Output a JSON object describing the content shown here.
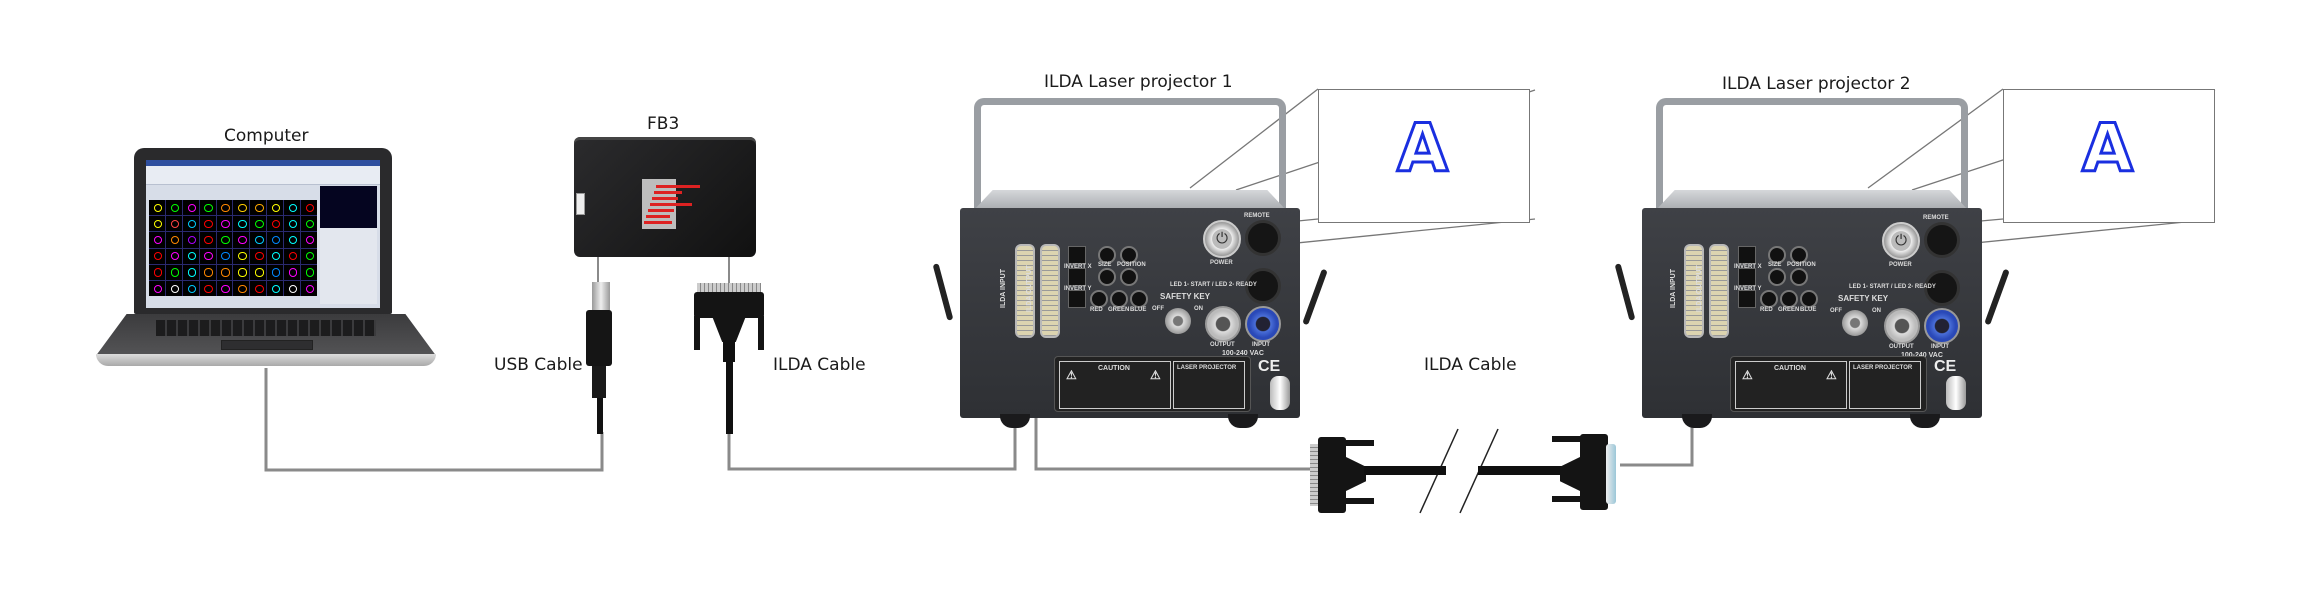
{
  "labels": {
    "computer": "Computer",
    "fb3": "FB3",
    "usb_cable": "USB Cable",
    "ilda_cable_1": "ILDA Cable",
    "ilda_cable_2": "ILDA Cable",
    "projector_1": "ILDA Laser projector 1",
    "projector_2": "ILDA Laser projector 2"
  },
  "projector_panel": {
    "ilda_input": "ILDA INPUT",
    "ilda_output": "ILDA OUTPUT",
    "invert_x": "INVERT X",
    "invert_y": "INVERT Y",
    "size": "SIZE",
    "position": "POSITION",
    "red": "RED",
    "green": "GREEN",
    "blue": "BLUE",
    "power": "POWER",
    "remote": "REMOTE",
    "safety_key": "SAFETY KEY",
    "off": "OFF",
    "on": "ON",
    "led": "LED 1- START / LED 2- READY",
    "input": "INPUT",
    "output": "OUTPUT",
    "voltage": "100-240 VAC",
    "caution": "CAUTION",
    "laser_projector": "LASER PROJECTOR",
    "ce": "CE"
  },
  "screen_letter": "A",
  "colors": {
    "wire": "#8a8a8a",
    "laser_blue": "#1a2fe0",
    "fb3_red": "#d22222"
  }
}
